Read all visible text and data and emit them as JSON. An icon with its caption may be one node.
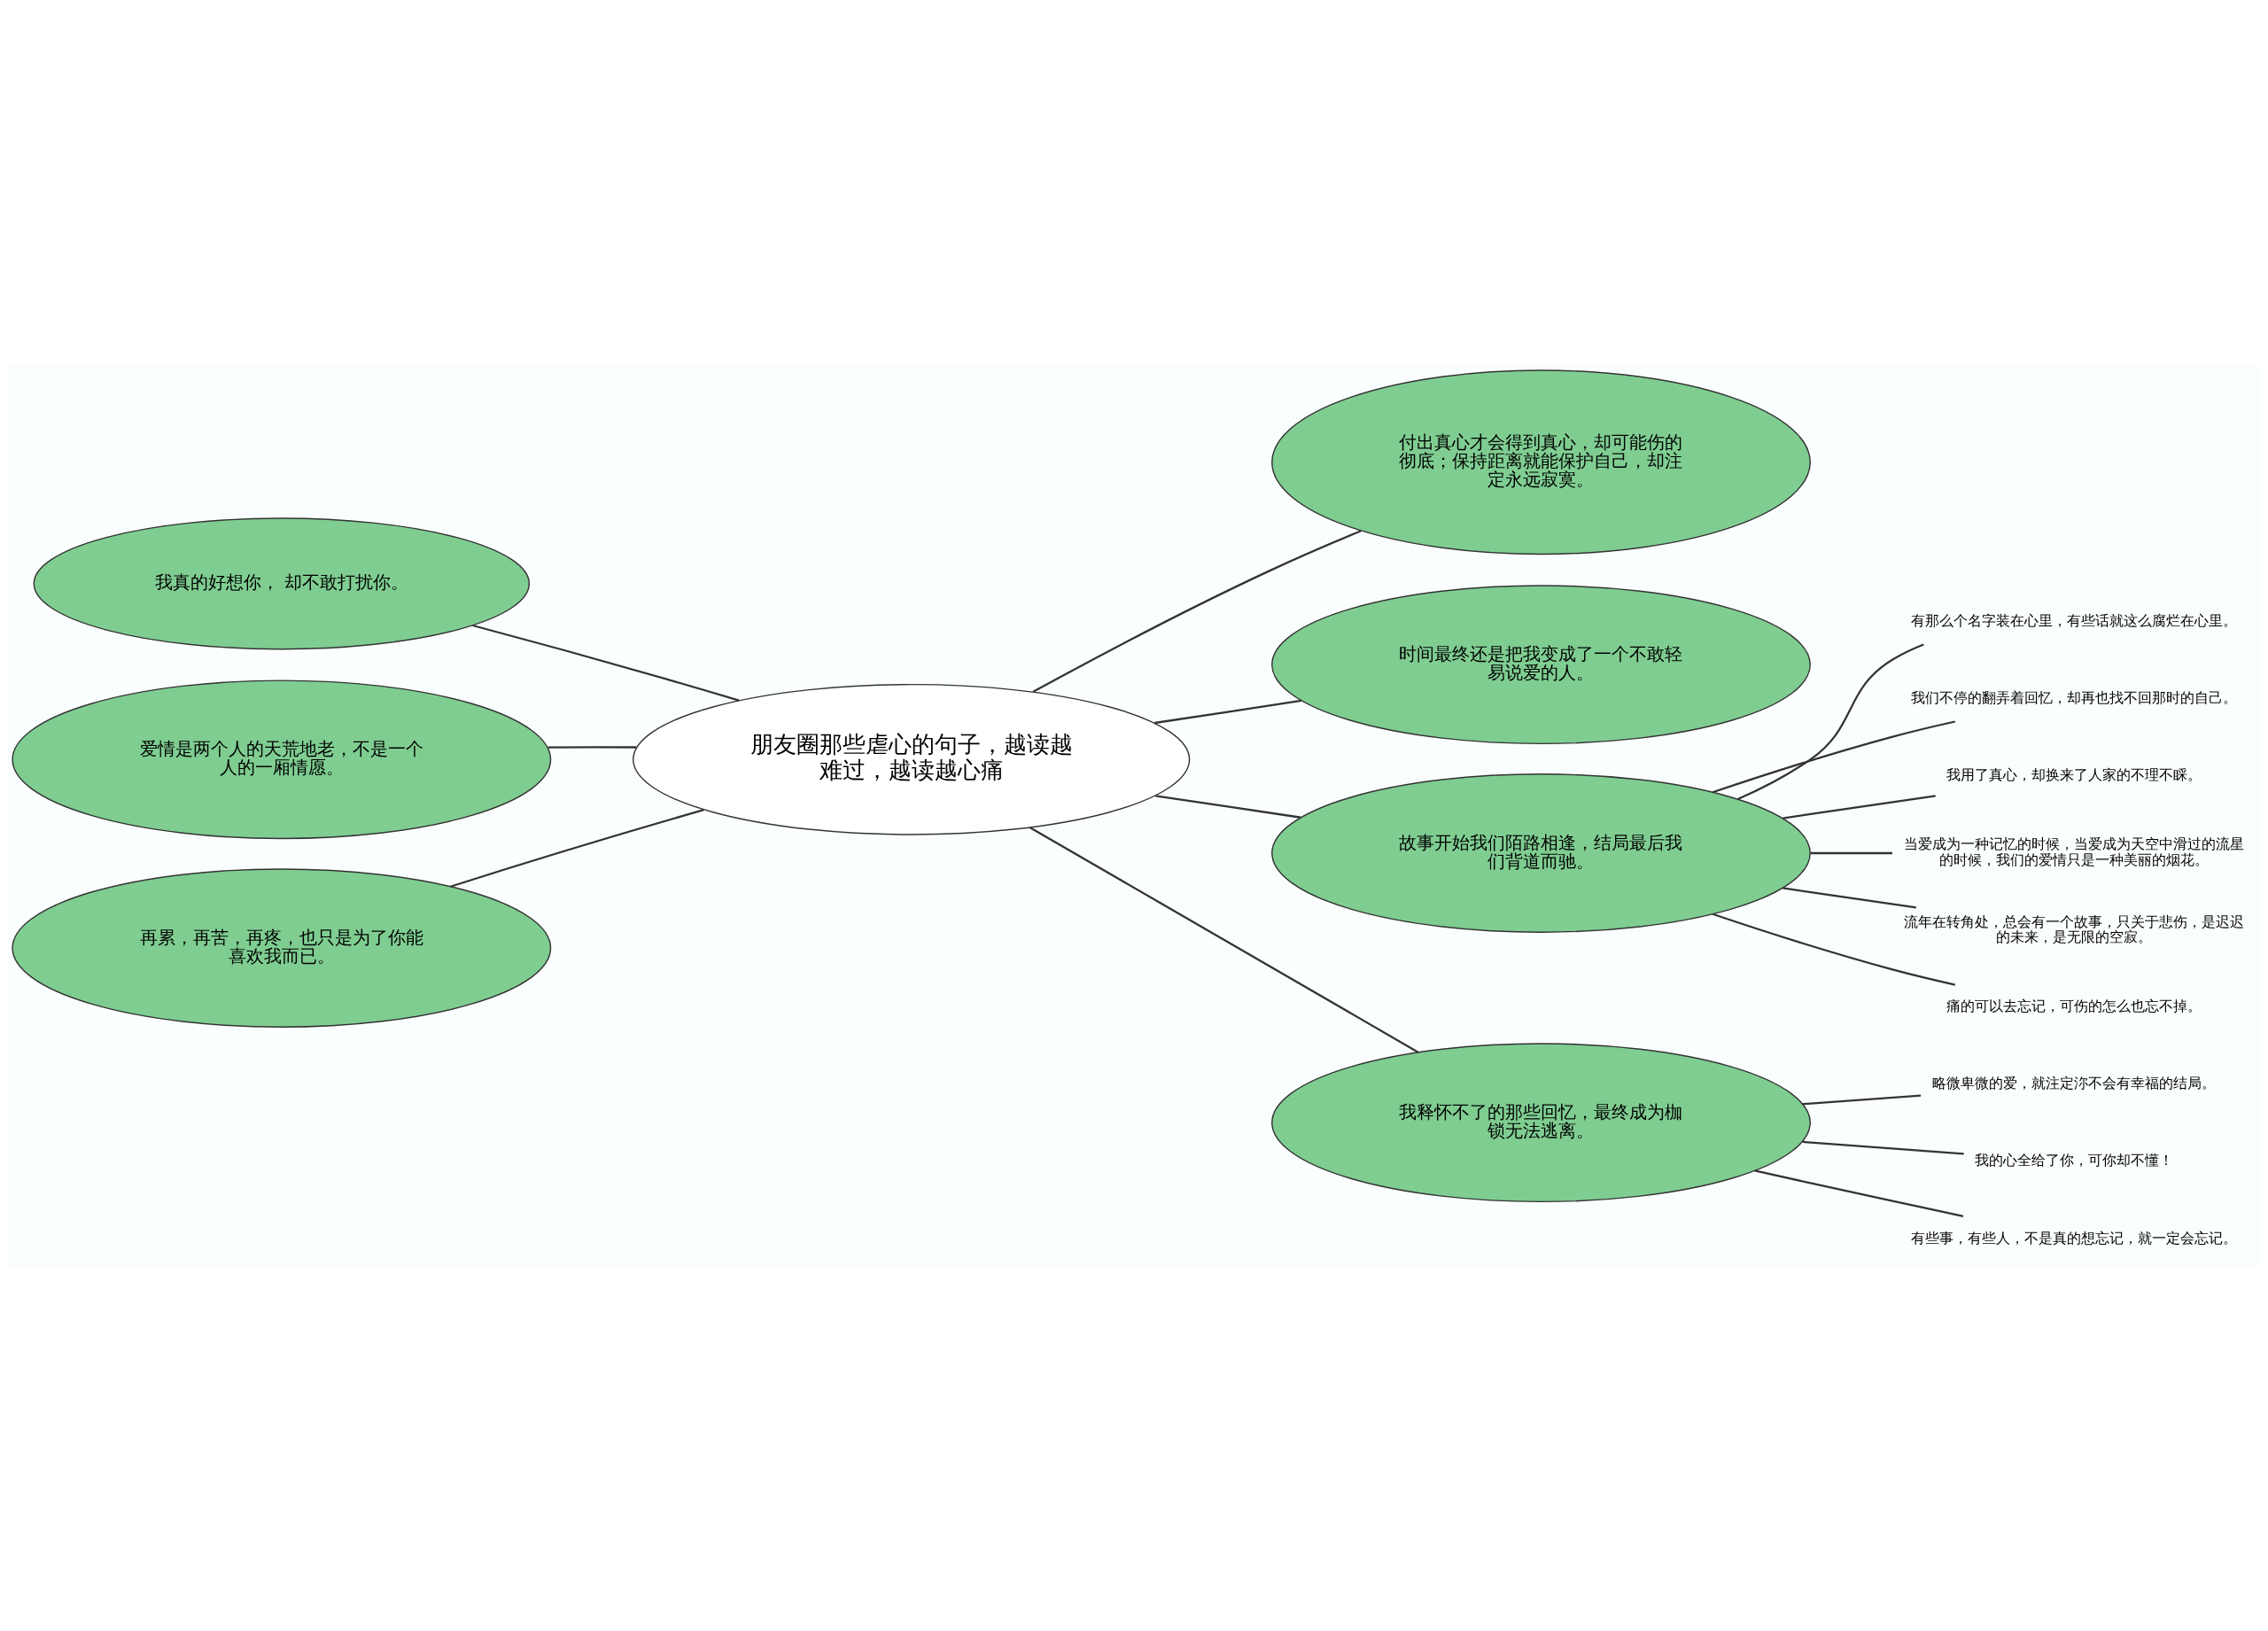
{
  "diagram": {
    "nodes": [
      {
        "text": [
          "朋友圈那些虐心的句子，越读越难过，越读越心痛"
        ]
      },
      {
        "text": [
          "我真的好想你， 却不敢打扰你。"
        ]
      },
      {
        "text": [
          "爱情是两个人的天荒地老，不是一个人的一厢情愿。"
        ]
      },
      {
        "text": [
          "再累，再苦，再疼，也只是为了你能喜欢我而已。"
        ]
      },
      {
        "text": [
          "付出真心才会得到真心，却可能伤的彻底；保持距离就能保护自己，却注定永远寂寞。"
        ]
      },
      {
        "text": [
          "时间最终还是把我变成了一个不敢轻易说爱的人。"
        ]
      },
      {
        "text": [
          "故事开始我们陌路相逢，结局最后我们背道而驰。"
        ]
      },
      {
        "text": [
          "我释怀不了的那些回忆，最终成为枷锁无法逃离。"
        ]
      },
      {
        "text": [
          "有那么个名字装在心里，有些话就这么腐烂在心里。"
        ]
      },
      {
        "text": [
          "我们不停的翻弄着回忆，却再也找不回那时的自己。"
        ]
      },
      {
        "text": [
          "我用了真心，却换来了人家的不理不睬。"
        ]
      },
      {
        "text": [
          "当爱成为一种记忆的时候，当爱成为天空中滑过的流星的时候，我们的爱情只是一种美丽的烟花。"
        ]
      },
      {
        "text": [
          "流年在转角处，总会有一个故事，只关于悲伤，是迟迟的未来，是无限的空寂。"
        ]
      },
      {
        "text": [
          "痛的可以去忘记，可伤的怎么也忘不掉。"
        ]
      },
      {
        "text": [
          "略微卑微的爱，就注定沵不会有幸福的结局。"
        ]
      },
      {
        "text": [
          "我的心全给了你，可你却不懂！"
        ]
      },
      {
        "text": [
          "有些事，有些人，不是真的想忘记，就一定会忘记。"
        ]
      }
    ],
    "edges": [
      {
        "from": 0,
        "to": 1,
        "arrow": "none"
      },
      {
        "from": 0,
        "to": 2,
        "arrow": "none"
      },
      {
        "from": 0,
        "to": 3,
        "arrow": "none"
      },
      {
        "from": 0,
        "to": 4,
        "arrow": "none"
      },
      {
        "from": 0,
        "to": 5,
        "arrow": "none"
      },
      {
        "from": 0,
        "to": 6,
        "arrow": "none"
      },
      {
        "from": 0,
        "to": 7,
        "arrow": "none"
      },
      {
        "from": 6,
        "to": 8,
        "arrow": "none"
      },
      {
        "from": 6,
        "to": 9,
        "arrow": "none"
      },
      {
        "from": 6,
        "to": 10,
        "arrow": "none"
      },
      {
        "from": 6,
        "to": 11,
        "arrow": "none"
      },
      {
        "from": 6,
        "to": 12,
        "arrow": "none"
      },
      {
        "from": 6,
        "to": 13,
        "arrow": "none"
      },
      {
        "from": 7,
        "to": 14,
        "arrow": "none"
      },
      {
        "from": 7,
        "to": 15,
        "arrow": "none"
      },
      {
        "from": 7,
        "to": 16,
        "arrow": "none"
      }
    ]
  }
}
